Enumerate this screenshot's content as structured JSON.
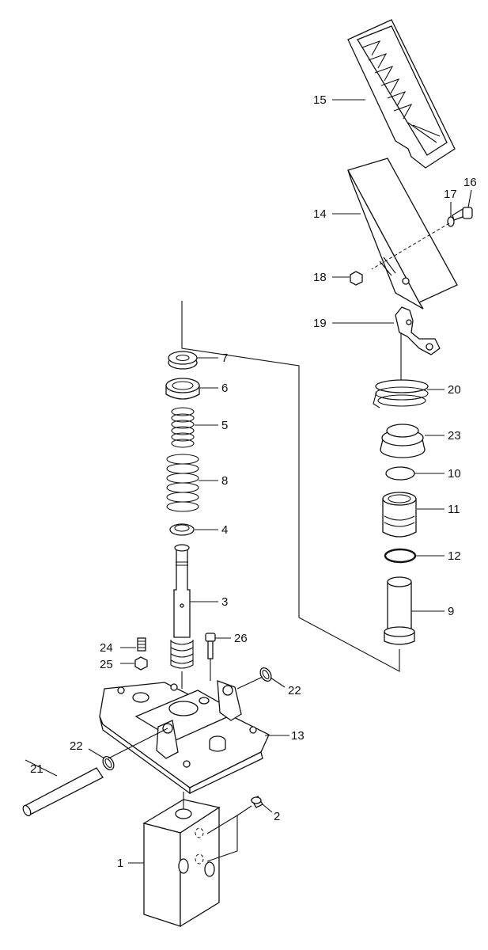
{
  "diagram": {
    "type": "exploded-parts-view",
    "callouts": [
      {
        "id": "p1",
        "label": "1"
      },
      {
        "id": "p2",
        "label": "2"
      },
      {
        "id": "p3",
        "label": "3"
      },
      {
        "id": "p4",
        "label": "4"
      },
      {
        "id": "p5",
        "label": "5"
      },
      {
        "id": "p6",
        "label": "6"
      },
      {
        "id": "p7",
        "label": "7"
      },
      {
        "id": "p8",
        "label": "8"
      },
      {
        "id": "p9",
        "label": "9"
      },
      {
        "id": "p10",
        "label": "10"
      },
      {
        "id": "p11",
        "label": "11"
      },
      {
        "id": "p12",
        "label": "12"
      },
      {
        "id": "p13",
        "label": "13"
      },
      {
        "id": "p14",
        "label": "14"
      },
      {
        "id": "p15",
        "label": "15"
      },
      {
        "id": "p16",
        "label": "16"
      },
      {
        "id": "p17",
        "label": "17"
      },
      {
        "id": "p18",
        "label": "18"
      },
      {
        "id": "p19",
        "label": "19"
      },
      {
        "id": "p20",
        "label": "20"
      },
      {
        "id": "p21",
        "label": "21"
      },
      {
        "id": "p22a",
        "label": "22"
      },
      {
        "id": "p22b",
        "label": "22"
      },
      {
        "id": "p23",
        "label": "23"
      },
      {
        "id": "p24",
        "label": "24"
      },
      {
        "id": "p25",
        "label": "25"
      },
      {
        "id": "p26",
        "label": "26"
      }
    ]
  }
}
